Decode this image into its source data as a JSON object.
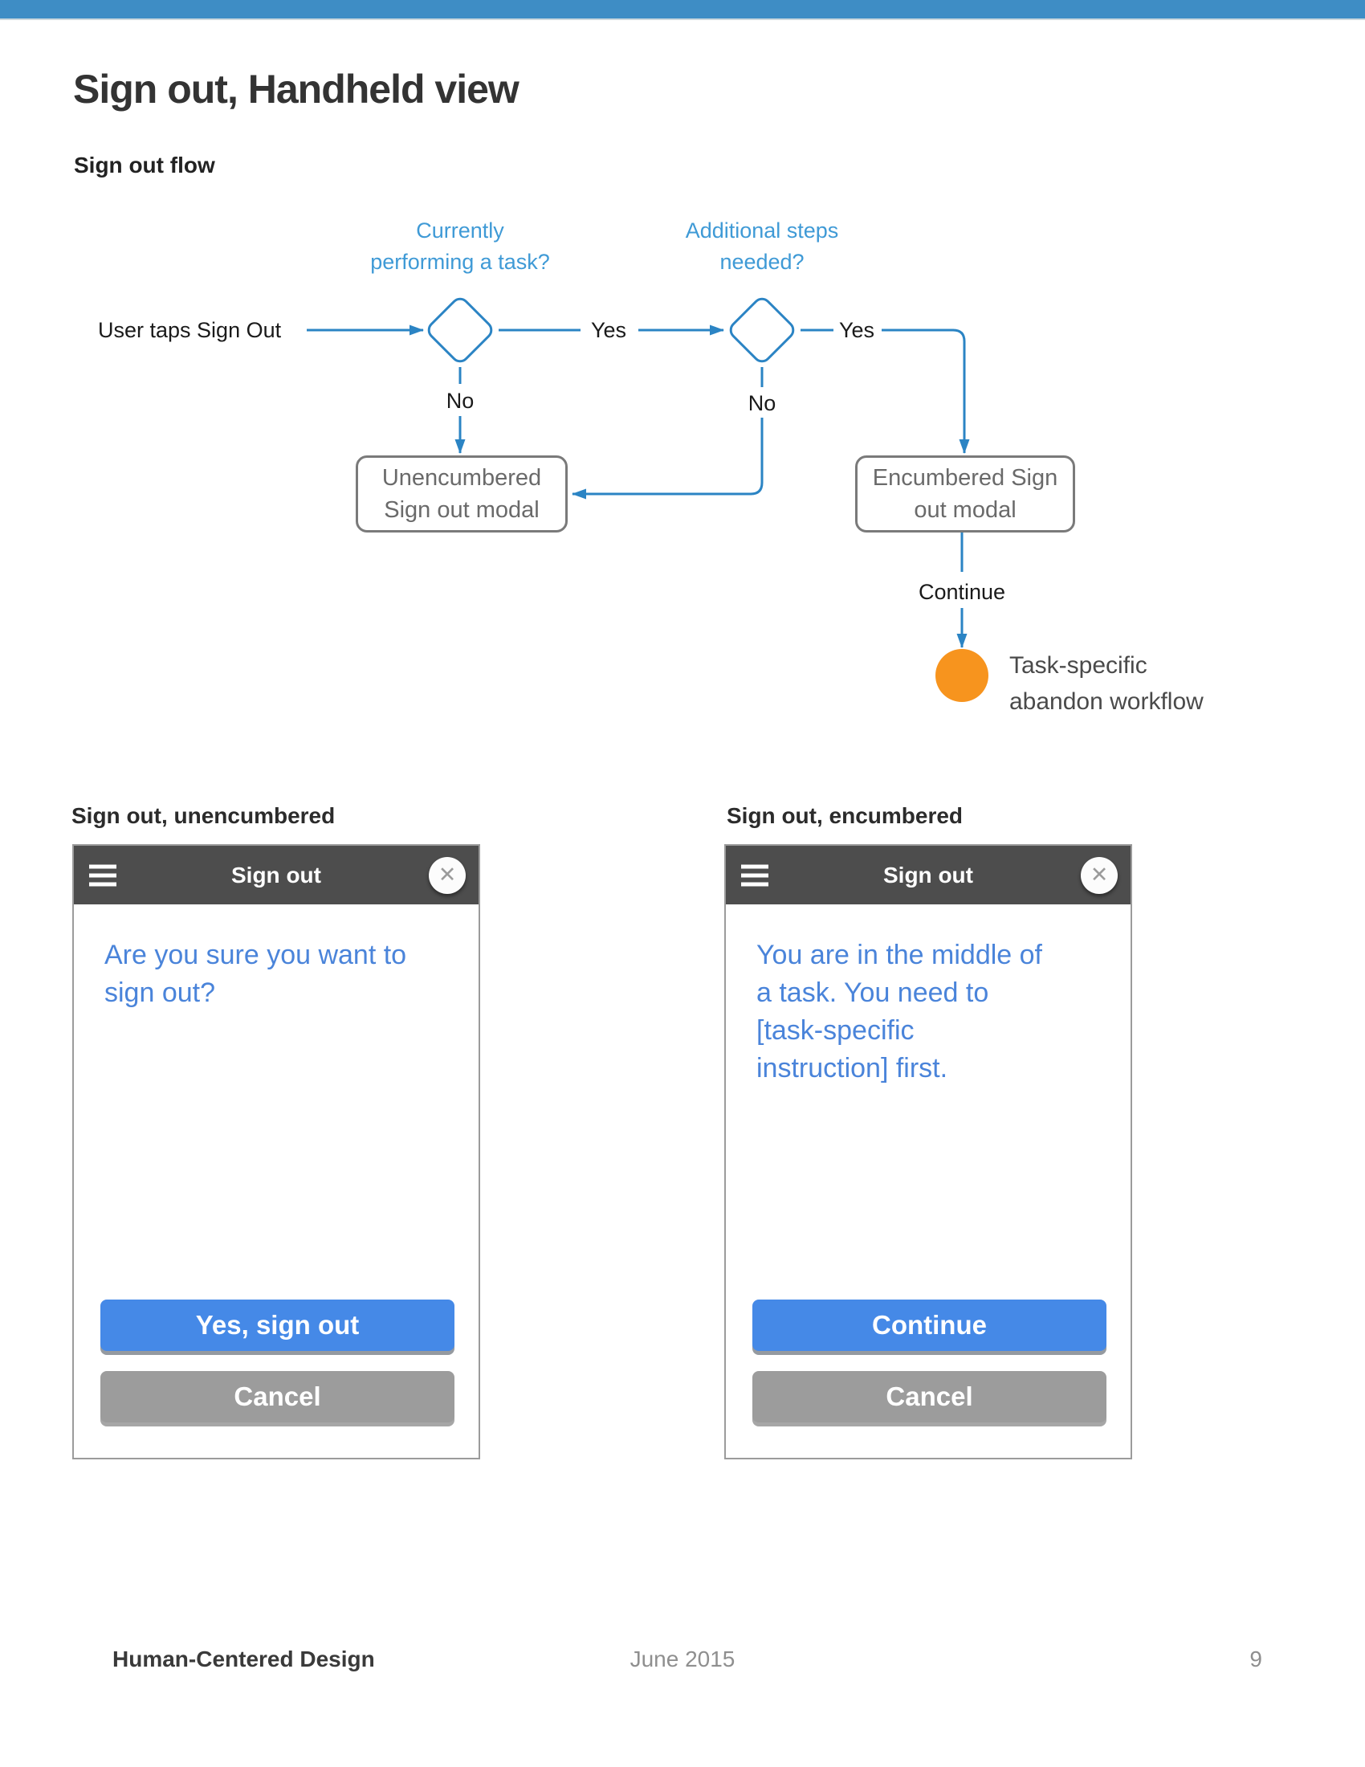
{
  "page": {
    "title": "Sign out, Handheld view",
    "flow_heading": "Sign out flow",
    "left_section_heading": "Sign out, unencumbered",
    "right_section_heading": "Sign out, encumbered",
    "footer": {
      "left": "Human-Centered Design",
      "center": "June 2015",
      "page_number": "9"
    }
  },
  "flowchart": {
    "start_label": "User taps Sign Out",
    "decision1": {
      "label_line1": "Currently",
      "label_line2": "performing a task?",
      "yes_label": "Yes",
      "no_label": "No"
    },
    "decision2": {
      "label_line1": "Additional steps",
      "label_line2": "needed?",
      "yes_label": "Yes",
      "no_label": "No"
    },
    "unencumbered_box": {
      "line1": "Unencumbered",
      "line2": "Sign out modal"
    },
    "encumbered_box": {
      "line1": "Encumbered Sign",
      "line2": "out modal"
    },
    "continue_label": "Continue",
    "terminal": {
      "line1": "Task-specific",
      "line2": "abandon workflow"
    }
  },
  "modal_unencumbered": {
    "header_title": "Sign out",
    "body_lines": [
      "Are you sure you want to",
      "sign out?"
    ],
    "primary_button": "Yes, sign out",
    "secondary_button": "Cancel",
    "close_glyph": "✕"
  },
  "modal_encumbered": {
    "header_title": "Sign out",
    "body_lines": [
      "You are in the middle of",
      "a task. You need to",
      "[task-specific",
      "instruction] first."
    ],
    "primary_button": "Continue",
    "secondary_button": "Cancel",
    "close_glyph": "✕"
  },
  "colors": {
    "top_bar_blue": "#3e8dc5",
    "connector_blue": "#2b84c4",
    "flow_label_blue": "#3f9ad6",
    "terminal_orange": "#f7941e",
    "modal_header_gray": "#4d4d4d",
    "modal_text_blue": "#4a84da",
    "primary_button_blue": "#4589e7",
    "secondary_button_gray": "#9c9c9c"
  }
}
